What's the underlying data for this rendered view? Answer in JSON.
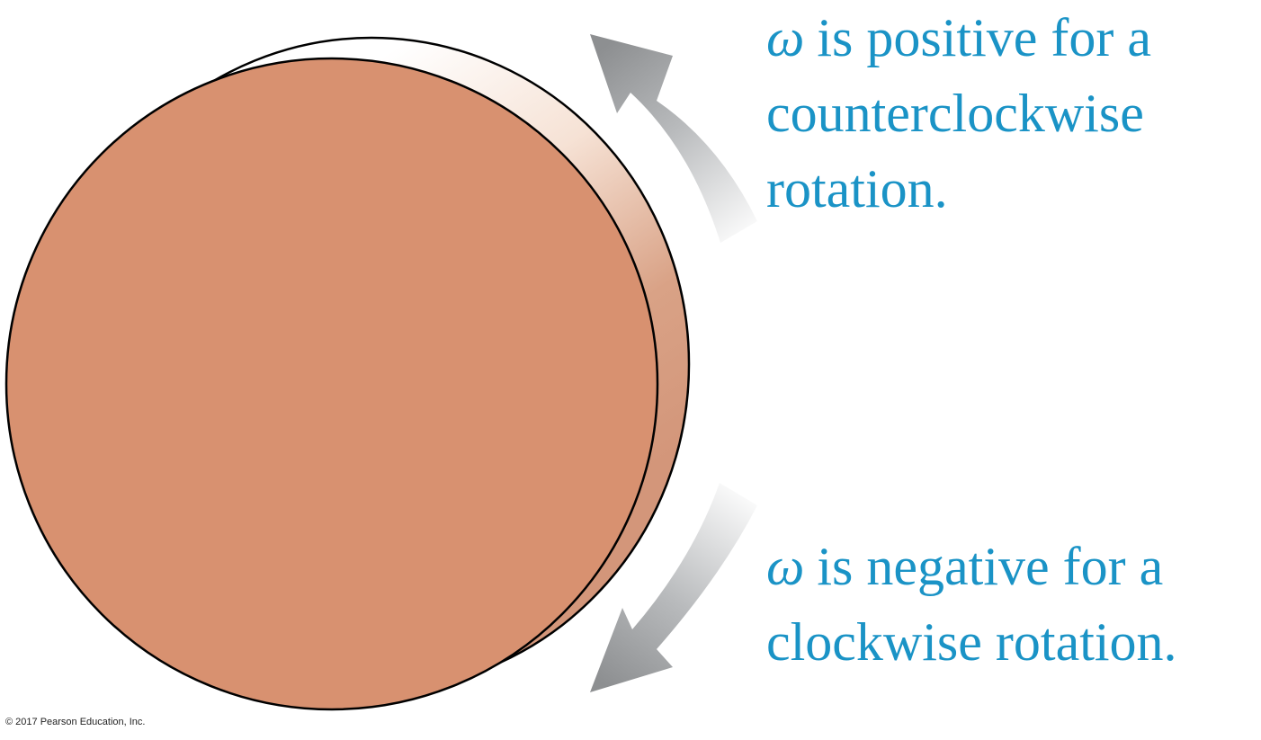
{
  "colors": {
    "disk_face": "#d89170",
    "disk_edge_light": "#fbeee6",
    "disk_edge_dark": "#d3967a",
    "label_text": "#1a93c6",
    "arrow_dark": "#8d8f91",
    "arrow_light": "#ffffff"
  },
  "symbol": "ω",
  "labels": {
    "positive": {
      "line1_rest": "is positive for a",
      "line2": "counterclockwise",
      "line3": "rotation."
    },
    "negative": {
      "line1_rest": "is negative for a",
      "line2": "clockwise rotation."
    }
  },
  "copyright": "© 2017 Pearson Education, Inc.",
  "icons": {
    "ccw": "curved-arrow-counterclockwise-icon",
    "cw": "curved-arrow-clockwise-icon"
  }
}
